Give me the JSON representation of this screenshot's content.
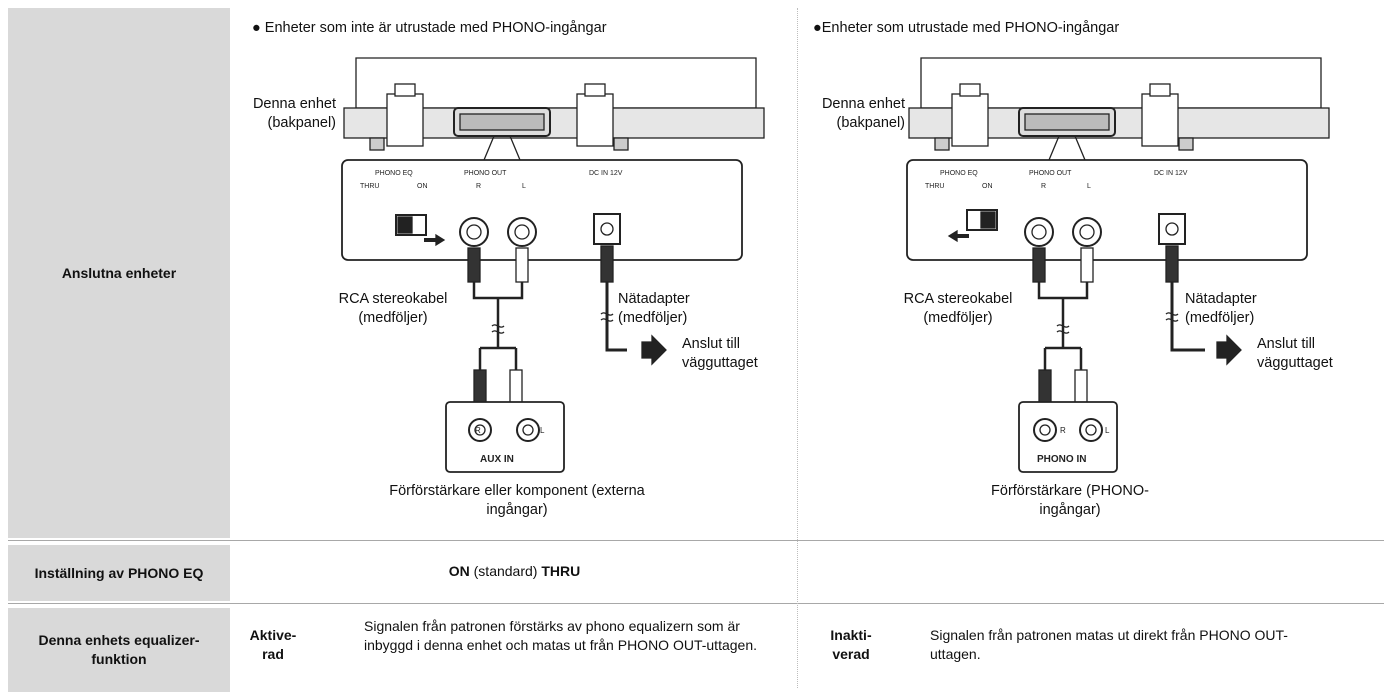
{
  "rows": {
    "connected": {
      "header": "Anslutna enheter"
    },
    "setting": {
      "header": "Inställning av PHONO EQ",
      "left": {
        "on_label": "ON",
        "standard": "(standard)",
        "thru_label": "THRU"
      }
    },
    "function": {
      "header": "Denna enhets equalizer-funktion",
      "left": {
        "state": "Aktive-rad",
        "description": "Signalen från patronen förstärks av phono equalizern som är inbyggd i denna enhet och matas ut från PHONO OUT-uttagen."
      },
      "right": {
        "state": "Inakti-verad",
        "description": "Signalen från patronen matas ut direkt från PHONO OUT-uttagen."
      }
    }
  },
  "left_diagram": {
    "heading": "Enheter som inte är utrustade med PHONO-ingångar",
    "unit_label": "Denna enhet (bakpanel)",
    "cable_label": "RCA stereokabel (medföljer)",
    "adapter_label": "Nätadapter (medföljer)",
    "outlet_label": "Anslut till vägguttaget",
    "input_name": "AUX IN",
    "device_label": "Förförstärkare eller komponent (externa ingångar)",
    "switch_position": "ON"
  },
  "right_diagram": {
    "heading": "Enheter som utrustade med PHONO-ingångar",
    "unit_label": "Denna enhet (bakpanel)",
    "cable_label": "RCA stereokabel (medföljer)",
    "adapter_label": "Nätadapter (medföljer)",
    "outlet_label": "Anslut till vägguttaget",
    "input_name": "PHONO IN",
    "device_label": "Förförstärkare (PHONO-ingångar)",
    "switch_position": "THRU"
  },
  "panel": {
    "phono_eq": "PHONO EQ",
    "thru": "THRU",
    "on": "ON",
    "phono_out": "PHONO OUT",
    "dc_in": "DC IN 12V",
    "right_channel": "R",
    "left_channel": "L"
  },
  "colors": {
    "header_bg": "#d9d9d9",
    "rule": "#a8a8a8"
  }
}
